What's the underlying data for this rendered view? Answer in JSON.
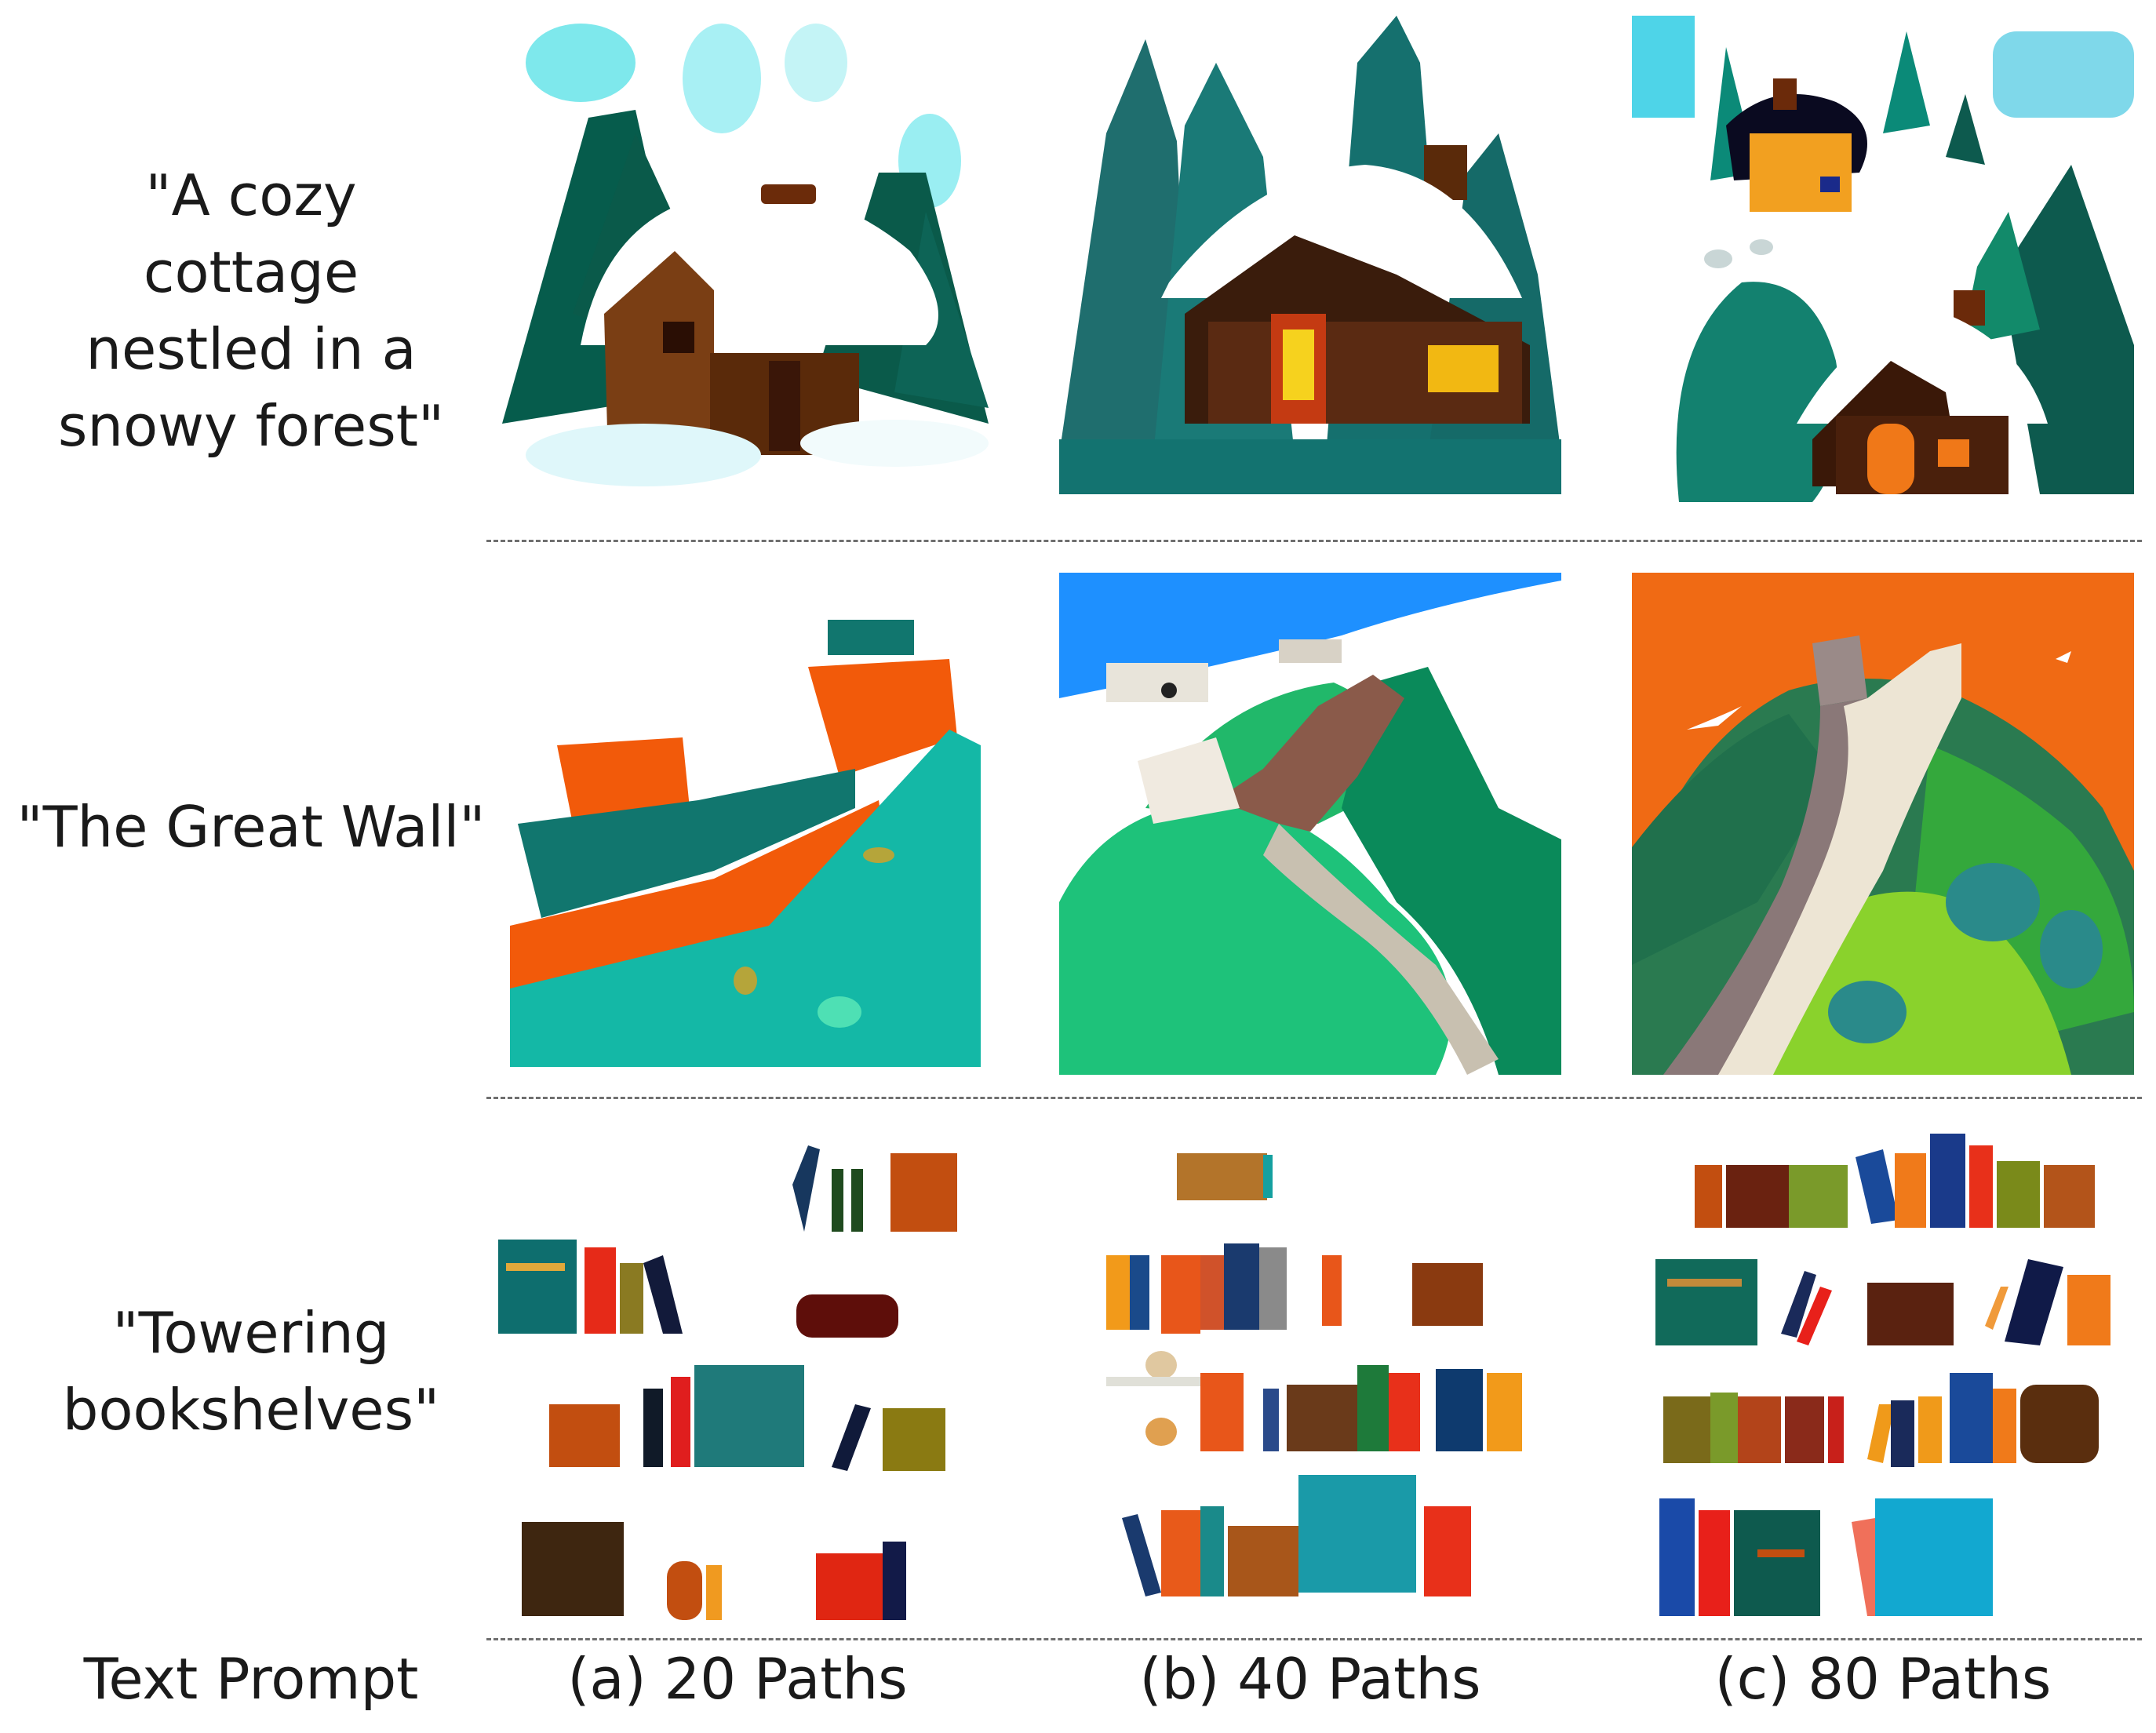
{
  "rows": [
    {
      "prompt": "\"A cozy cottage nestled in a snowy forest\""
    },
    {
      "prompt": "\"The Great Wall\""
    },
    {
      "prompt": "\"Towering bookshelves\""
    }
  ],
  "captions": {
    "text_prompt": "Text Prompt",
    "col_a": "(a) 20 Paths",
    "col_b": "(b) 40 Paths",
    "col_c": "(c) 80 Paths"
  },
  "palette": {
    "pine": "#0e7c7b",
    "snow": "#ffffff",
    "wood": "#6b3a1e",
    "orange": "#f25a0a",
    "teal": "#14b8a6",
    "sky": "#1e90ff",
    "grass": "#21b86a"
  }
}
